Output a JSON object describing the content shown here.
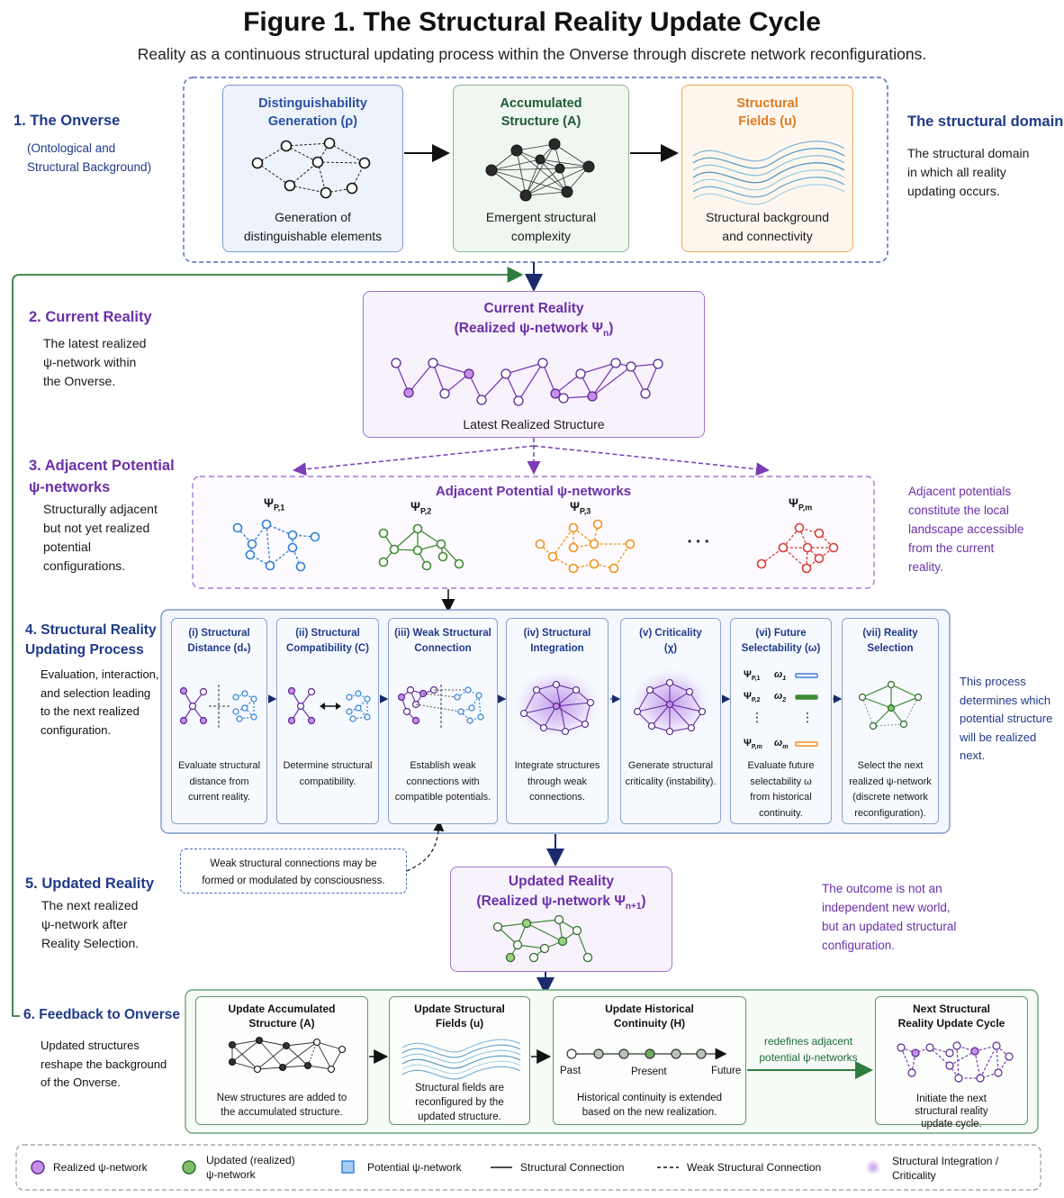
{
  "header": {
    "title": "Figure 1.  The Structural Reality Update Cycle",
    "subtitle": "Reality as a continuous structural updating process within the Onverse through discrete network reconfigurations."
  },
  "sections": {
    "s1": {
      "heading": "1. The Onverse",
      "note": "(Ontological and\nStructural Background)"
    },
    "s2": {
      "heading": "2. Current Reality",
      "text": "The latest realized\nψ-network within\nthe Onverse."
    },
    "s3": {
      "heading": "3. Adjacent Potential\nψ-networks",
      "text": "Structurally adjacent\nbut not yet realized\npotential\nconfigurations."
    },
    "s4": {
      "heading": "4. Structural Reality\nUpdating Process",
      "text": "Evaluation, interaction,\nand selection leading\nto the next realized\nconfiguration."
    },
    "s5": {
      "heading": "5. Updated Reality",
      "text": "The next realized\nψ-network after\nReality Selection."
    },
    "s6": {
      "heading": "6. Feedback to Onverse",
      "text": "Updated structures\nreshape the background\nof the Onverse."
    }
  },
  "onverse": {
    "boxes": [
      {
        "title": "Distinguishability\nGeneration (ρ)",
        "caption": "Generation of\ndistinguishable elements",
        "color": "#2b4fa3"
      },
      {
        "title": "Accumulated\nStructure (A)",
        "caption": "Emergent structural\ncomplexity",
        "color": "#1e5a32"
      },
      {
        "title": "Structural\nFields (u)",
        "caption": "Structural background\nand connectivity",
        "color": "#e07a1f"
      }
    ],
    "side_heading": "The structural domain",
    "side_text": "The structural domain\nin which all reality\nupdating occurs."
  },
  "current": {
    "title1": "Current Reality",
    "title2_prefix": "(Realized ψ-network Ψ",
    "title2_sub": "n",
    "title2_suffix": ")",
    "caption": "Latest Realized Structure"
  },
  "adjacent": {
    "title": "Adjacent Potential ψ-networks",
    "labels": [
      {
        "main": "Ψ",
        "sub": "P,1"
      },
      {
        "main": "Ψ",
        "sub": "P,2"
      },
      {
        "main": "Ψ",
        "sub": "P,3"
      },
      {
        "main": "Ψ",
        "sub": "P,m"
      }
    ],
    "ellipsis": "• • •",
    "colors": [
      "#2f7fd6",
      "#3f8a34",
      "#f0901c",
      "#d83a36"
    ],
    "side_text": "Adjacent potentials\nconstitute the local\nlandscape accessible\nfrom the current\nreality."
  },
  "process": {
    "steps": [
      {
        "title": "(i) Structural\nDistance (dₛ)",
        "caption": "Evaluate structural\ndistance from\ncurrent reality."
      },
      {
        "title": "(ii) Structural\nCompatibility (C)",
        "caption": "Determine structural\ncompatibility."
      },
      {
        "title": "(iii) Weak Structural\nConnection",
        "caption": "Establish weak\nconnections with\ncompatible potentials."
      },
      {
        "title": "(iv) Structural\nIntegration",
        "caption": "Integrate structures\nthrough weak\nconnections."
      },
      {
        "title": "(v) Criticality\n(χ)",
        "caption": "Generate structural\ncriticality (instability)."
      },
      {
        "title": "(vi) Future\nSelectability (ω)",
        "caption": "Evaluate future\nselectability ω\nfrom historical\ncontinuity."
      },
      {
        "title": "(vii) Reality\nSelection",
        "caption": "Select the next\nrealized ψ-network\n(discrete network\nreconfiguration)."
      }
    ],
    "selectability_rows": [
      {
        "psi": "Ψ",
        "psi_sub": "P,1",
        "omega": "ω",
        "omega_sub": "1",
        "color": "#3b7bd6"
      },
      {
        "psi": "Ψ",
        "psi_sub": "P,2",
        "omega": "ω",
        "omega_sub": "2",
        "color": "#3f8a34"
      },
      {
        "psi": "Ψ",
        "psi_sub": "P,m",
        "omega": "ω",
        "omega_sub": "m",
        "color": "#f0901c"
      }
    ],
    "vdots": "⋮",
    "side_text": "This process\ndetermines which\npotential structure\nwill be realized\nnext."
  },
  "consciousness_note": "Weak structural connections may be\nformed or modulated by consciousness.",
  "updated": {
    "title1": "Updated Reality",
    "title2_prefix": "(Realized ψ-network Ψ",
    "title2_sub": "n+1",
    "title2_suffix": ")",
    "side_text": "The outcome is not an\nindependent new world,\nbut an updated structural\nconfiguration."
  },
  "feedback": {
    "boxes": [
      {
        "title": "Update Accumulated\nStructure (A)",
        "caption": "New structures are added to\nthe accumulated structure."
      },
      {
        "title": "Update Structural\nFields (u)",
        "caption": "Structural fields are\nreconfigured by the\nupdated structure."
      },
      {
        "title": "Update Historical\nContinuity (H)",
        "caption": "Historical continuity is extended\nbased on the new realization."
      },
      {
        "title": "Next Structural\nReality Update Cycle",
        "caption": "Initiate the next\nstructural reality\nupdate cycle."
      }
    ],
    "timeline": {
      "past": "Past",
      "present": "Present",
      "future": "Future"
    },
    "arrow_label": "redefines adjacent\npotential ψ-networks"
  },
  "legend": [
    {
      "label": "Realized ψ-network",
      "icon": "purple-circle-icon"
    },
    {
      "label": "Updated (realized)\nψ-network",
      "icon": "green-circle-icon"
    },
    {
      "label": "Potential ψ-network",
      "icon": "blue-square-icon"
    },
    {
      "label": "Structural Connection",
      "icon": "solid-line-icon"
    },
    {
      "label": "Weak Structural Connection",
      "icon": "dashed-line-icon"
    },
    {
      "label": "Structural Integration /\nCriticality",
      "icon": "glow-icon"
    }
  ]
}
